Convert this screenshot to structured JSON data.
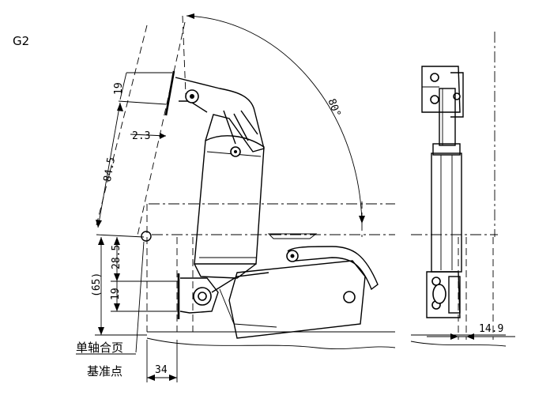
{
  "drawing": {
    "figure_label": "G2",
    "angle_label": "80°",
    "dimensions": {
      "d19_top": "19",
      "d2_3": "2.3",
      "d84_5": "84.5",
      "d28_5": "28.5",
      "d65": "(65)",
      "d19_bottom": "19",
      "d34": "34",
      "d14_9": "14.9"
    },
    "labels": {
      "single_axis_hinge": "单轴合页",
      "reference_point": "基准点"
    }
  }
}
